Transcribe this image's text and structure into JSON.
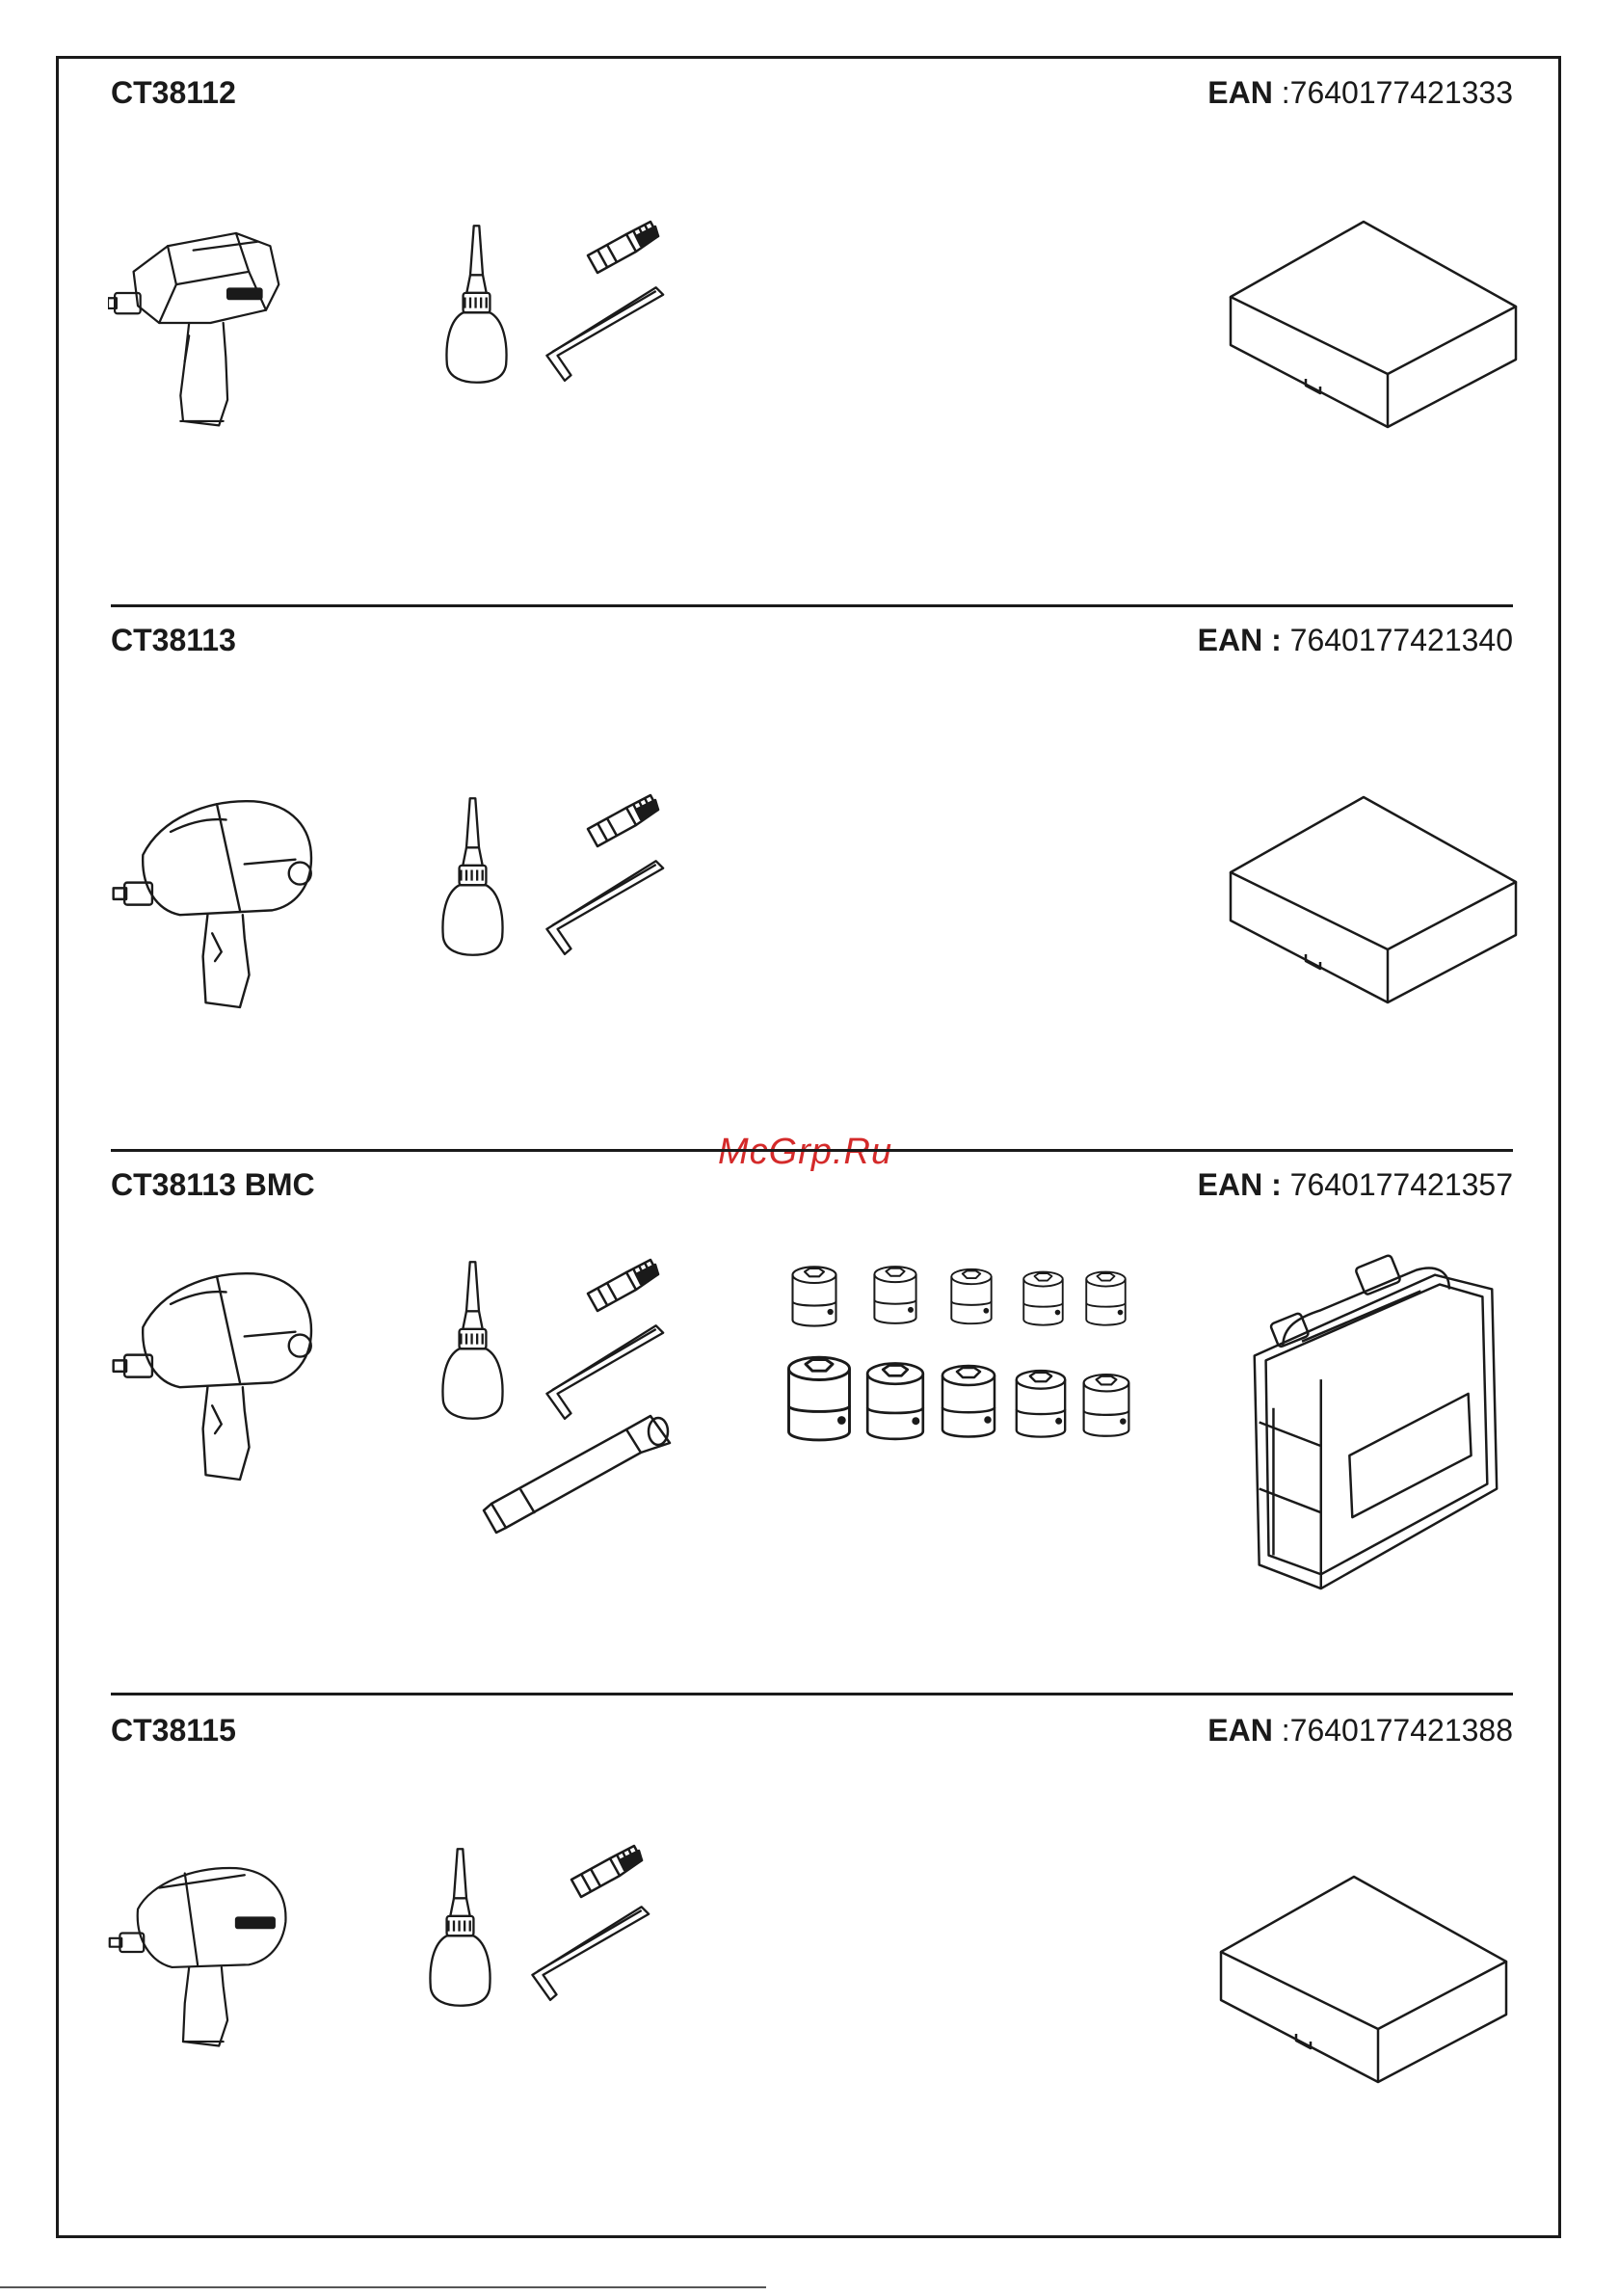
{
  "watermark": "McGrp.Ru",
  "sections": [
    {
      "code": "CT38112",
      "ean_label": "EAN",
      "ean_sep": " :",
      "ean_value": "7640177421333"
    },
    {
      "code": "CT38113",
      "ean_label": "EAN :",
      "ean_sep": " ",
      "ean_value": "7640177421340"
    },
    {
      "code": "CT38113 BMC",
      "ean_label": "EAN :",
      "ean_sep": " ",
      "ean_value": "7640177421357"
    },
    {
      "code": "CT38115",
      "ean_label": "EAN",
      "ean_sep": " :",
      "ean_value": "7640177421388"
    }
  ]
}
